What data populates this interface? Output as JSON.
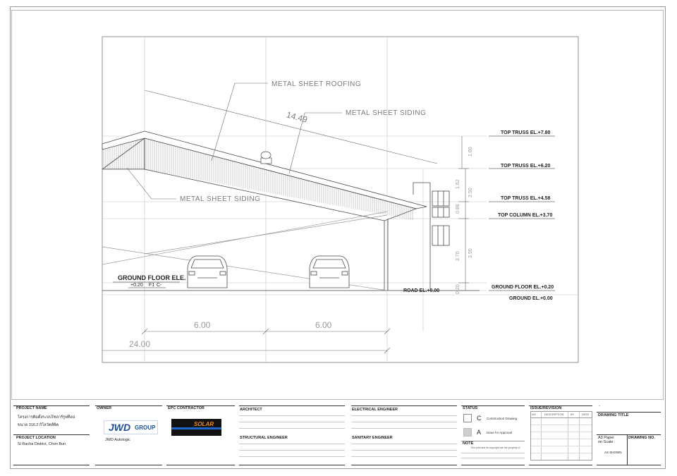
{
  "drawing": {
    "callouts": {
      "roofing": "METAL SHEET ROOFING",
      "siding_upper": "METAL SHEET SIDING",
      "siding_lower": "METAL SHEET SIDING"
    },
    "slope_dim": "14.49",
    "elevations": [
      "TOP TRUSS EL.+7.80",
      "TOP TRUSS EL.+6.20",
      "TOP TRUSS EL.+4.58",
      "TOP COLUMN EL.+3.70",
      "GROUND FLOOR EL.+0.20",
      "GROUND EL.+0.00"
    ],
    "road_el": "ROAD EL.+0.00",
    "ground_floor_label": "GROUND FLOOR ELE.",
    "ground_floor_value": "+0.20",
    "ground_floor_tag": "F1",
    "ground_floor_mark": "C-",
    "vert_dims": [
      "1.60",
      "1.62",
      "2.50",
      "0.88",
      "3.70",
      "3.50",
      "0.20"
    ],
    "horiz_dims": [
      "6.00",
      "6.00",
      "24.00"
    ]
  },
  "titleblock": {
    "project_name_label": "PROJECT NAME",
    "project_name_line1": "โครงการติดตั้งระบบโซลาร์รูฟท็อป",
    "project_name_line2": "ขนาด 316.2 กิโลวัตต์พีค",
    "project_location_label": "PROJECT LOCATION",
    "project_location": "Si Racha District, Chon Buri",
    "owner_label": "OWNER",
    "owner_logo_jwd": "JWD",
    "owner_logo_group": "GROUP",
    "owner_name": "JWD Autologic",
    "epc_label": "EPC CONTRACTOR",
    "epc_logo": "SOLAR",
    "architect_label": "ARCHITECT",
    "structural_label": "STRUCTURAL ENGINEER",
    "electrical_label": "ELECTRICAL ENGINEER",
    "sanitary_label": "SANITARY ENGINEER",
    "status_label": "STATUS",
    "status_c_code": "C",
    "status_c_text": "Construction Drawing",
    "status_a_code": "A",
    "status_a_text": "Issue for Approval",
    "note_label": "NOTE",
    "note_text": "This print and its copyright are the property of",
    "issue_label": "ISSUE/REVISION",
    "issue_cols": [
      "NO.",
      "DESCRIPTION",
      "BY",
      "DATE"
    ],
    "drawing_title_label": "DRAWING TITLE",
    "paper_line1": "A3 Paper",
    "paper_line2": "on Scale :",
    "scale_value": "AS SHOWN",
    "drawing_no_label": "DRAWING NO.",
    "dash": "-"
  },
  "colors": {
    "line": "#4a4a4a",
    "grid": "#bdbdbd",
    "jwd_blue": "#1d4e9e",
    "solar_orange": "#f08a12",
    "status_a_fill": "#cfcfcf"
  }
}
